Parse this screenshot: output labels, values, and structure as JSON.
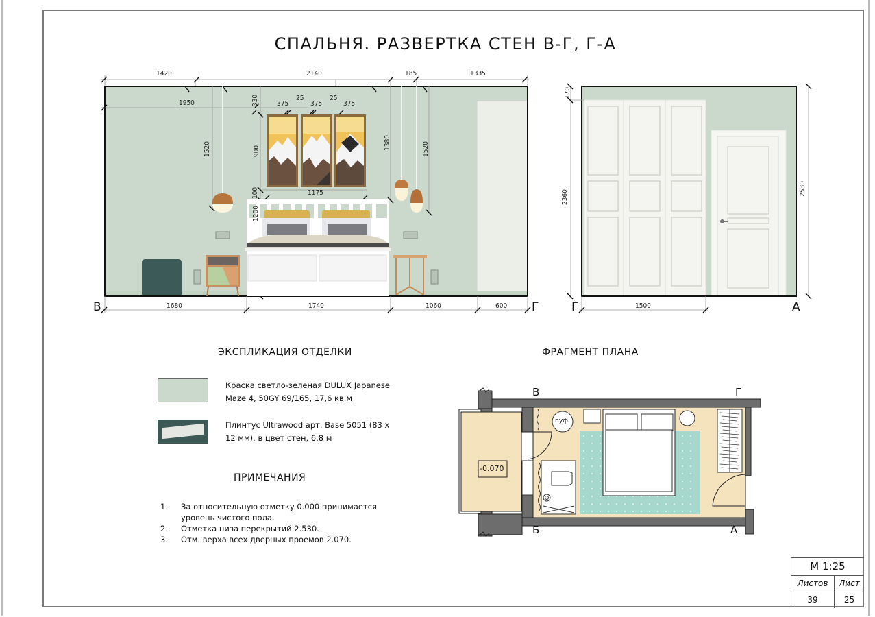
{
  "title": "СПАЛЬНЯ. РАЗВЕРТКА СТЕН В-Г, Г-А",
  "colors": {
    "wall": "#cbd9cc",
    "plinth": "#3d5956",
    "floor_plan_room": "#f5e3bd",
    "rug": "#a6d8cd",
    "wall_section": "#6d6d6d"
  },
  "elevation_left": {
    "corner_left": "В",
    "corner_right": "Г",
    "top_dims": [
      "1420",
      "2140",
      "185",
      "1335"
    ],
    "second_row_dims": [
      "1950",
      "330",
      "375",
      "25",
      "375",
      "25",
      "375"
    ],
    "vertical_dims": {
      "pendant_left": "1520",
      "art_height": "900",
      "art_gap": "100",
      "headboard": "1200",
      "pendant_mid": "1380",
      "pendant_right": "1520"
    },
    "art_width": "1175",
    "bottom_dims": [
      "1680",
      "1740",
      "1060",
      "600"
    ]
  },
  "elevation_right": {
    "corner_left": "Г",
    "corner_right": "А",
    "top_gap": "170",
    "wardrobe_height": "2360",
    "wall_height": "2530",
    "wardrobe_width": "1500"
  },
  "finishes": {
    "heading": "ЭКСПЛИКАЦИЯ ОТДЕЛКИ",
    "items": [
      {
        "line1": "Краска светло-зеленая DULUX Japanese",
        "line2": "Maze 4, 50GY 69/165, 17,6 кв.м",
        "swatch": "paint"
      },
      {
        "line1": "Плинтус Ultrawood арт. Base 5051 (83 х",
        "line2": "12 мм), в цвет стен, 6,8 м",
        "swatch": "plinth"
      }
    ]
  },
  "notes": {
    "heading": "ПРИМЕЧАНИЯ",
    "items": [
      {
        "num": "1.",
        "line1": "За относительную отметку 0.000 принимается",
        "line2": "уровень чистого пола."
      },
      {
        "num": "2.",
        "line1": "Отметка низа перекрытий 2.530.",
        "line2": ""
      },
      {
        "num": "3.",
        "line1": "Отм. верха всех дверных проемов 2.070.",
        "line2": ""
      }
    ]
  },
  "plan": {
    "heading": "ФРАГМЕНТ ПЛАНА",
    "labels": {
      "top_left": "В",
      "top_right": "Г",
      "bottom_left": "Б",
      "bottom_right": "А"
    },
    "pouf_label": "пуф",
    "balcony_level": "-0.070"
  },
  "stamp": {
    "scale": "М 1:25",
    "sheets_label": "Листов",
    "sheet_label": "Лист",
    "sheets_value": "39",
    "sheet_value": "25"
  }
}
